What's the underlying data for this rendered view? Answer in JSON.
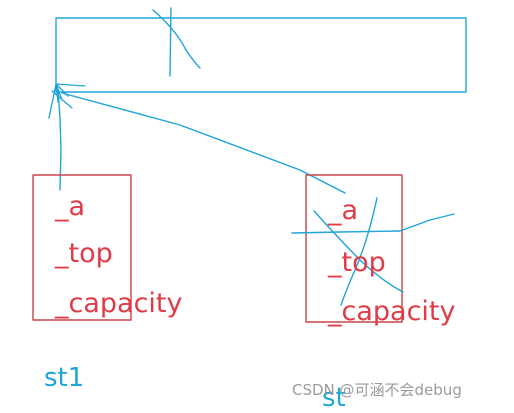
{
  "colors": {
    "pen_blue": "#1fa5d6",
    "pen_red": "#c9434b",
    "text_red": "#e03c47",
    "watermark": "#9a9a9a"
  },
  "st1": {
    "fields": [
      "_a",
      "_top",
      "_capacity"
    ],
    "label": "st1"
  },
  "st2": {
    "fields": [
      "_a",
      "_top",
      "_capacity"
    ],
    "label": "st"
  },
  "watermark": "CSDN @可涵不会debug"
}
